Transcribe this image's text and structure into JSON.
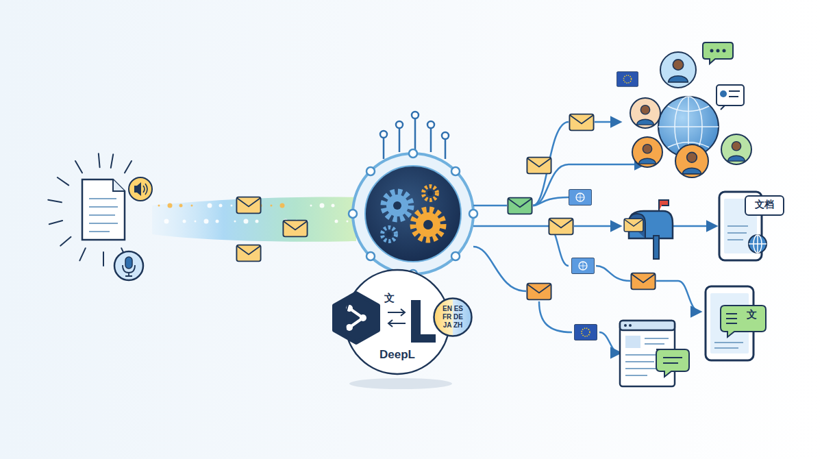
{
  "diagram": {
    "nodes": [
      {
        "text": [
          "DeepL"
        ]
      },
      {
        "text": [
          "EN ES FR DE JA ZH"
        ],
        "in": 0
      }
    ],
    "labels": [
      "文",
      "文档",
      "文"
    ]
  }
}
